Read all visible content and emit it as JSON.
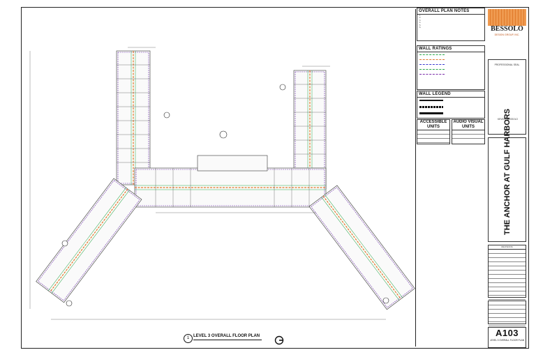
{
  "notes": {
    "title": "OVERALL PLAN NOTES",
    "lines": [
      "1.",
      "2.",
      "3.",
      "4.",
      "5.",
      "6."
    ]
  },
  "wall_ratings": {
    "title": "WALL RATINGS",
    "colors": [
      "#2aa84a",
      "#e07a2a",
      "#3a3ad0",
      "#2aa84a",
      "#7a2aa8"
    ]
  },
  "wall_legend": {
    "title": "WALL LEGEND"
  },
  "units": {
    "accessible": "ACCESSIBLE UNITS",
    "audio_visual": "AUDIO VISUAL UNITS"
  },
  "firm": {
    "name": "BESSOLO",
    "sub": "DESIGN GROUP, INC."
  },
  "seal": {
    "title": "PROFESSIONAL SEAL",
    "signer": "KEVIN J. BESSOLO"
  },
  "project": {
    "name": "THE ANCHOR AT GULF HARBORS"
  },
  "revisions": {
    "title": "REVISIONS"
  },
  "sheet": {
    "number": "A103",
    "title": "LEVEL 3 OVERALL FLOOR PLAN"
  },
  "plan": {
    "marker": "1",
    "title": "LEVEL 3 OVERALL FLOOR PLAN"
  }
}
